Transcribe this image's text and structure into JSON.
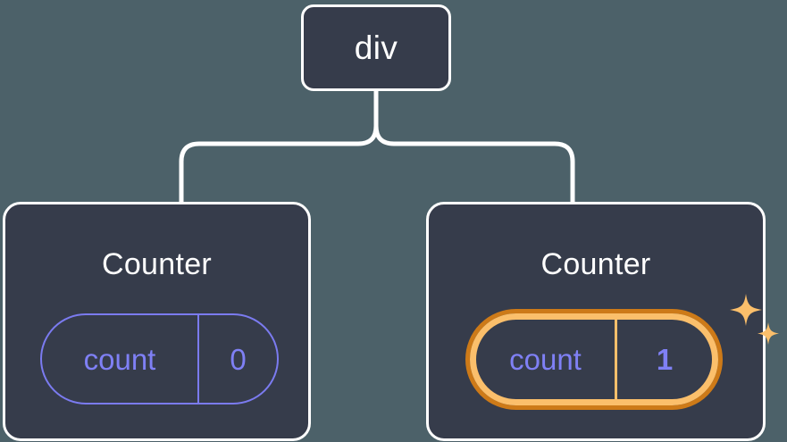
{
  "diagram": {
    "type": "component-tree",
    "background_color": "#4c6169",
    "node_fill_color": "#363c4b",
    "node_border_color": "#ffffff",
    "connector_color": "#ffffff",
    "accent_indigo": "#7f80f5",
    "highlight_outer_color": "#cd7a18",
    "highlight_inner_color": "#fbbf6b",
    "root": {
      "label": "div"
    },
    "children": [
      {
        "title": "Counter",
        "state": {
          "key": "count",
          "value": "0"
        },
        "highlighted": false
      },
      {
        "title": "Counter",
        "state": {
          "key": "count",
          "value": "1"
        },
        "highlighted": true,
        "sparkle_icons": [
          "sparkle-large",
          "sparkle-small"
        ]
      }
    ]
  }
}
